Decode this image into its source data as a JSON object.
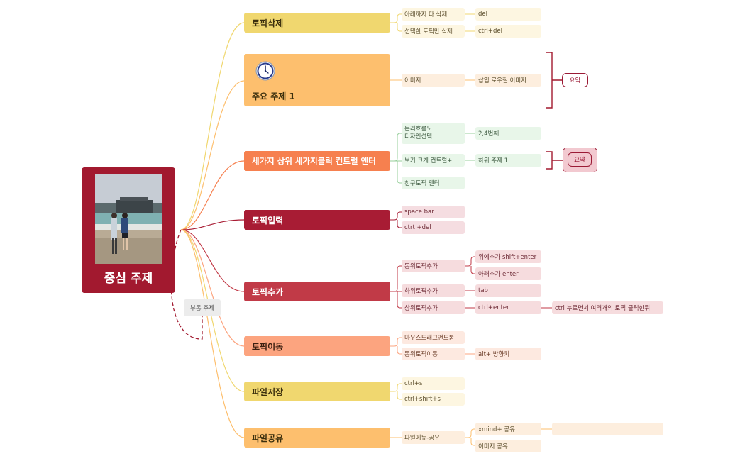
{
  "central": {
    "title": "중심 주제",
    "image_alt": "두 사람이 해변에 서 있는 사진"
  },
  "floating": {
    "label": "부동 주제"
  },
  "colors": {
    "central": "#a2192f",
    "yellow": "#f0d76f",
    "orange": "#fdbf6e",
    "coral": "#f6804f",
    "crimson": "#a81c34",
    "red": "#c13a47",
    "salmon": "#fca47f"
  },
  "topics": [
    {
      "label": "토픽삭제",
      "icon": "",
      "children": [
        {
          "label": "아래까지 다 삭제",
          "children": [
            {
              "label": "del"
            }
          ]
        },
        {
          "label": "선택한 토픽만 삭제",
          "children": [
            {
              "label": "ctrl+del"
            }
          ]
        }
      ]
    },
    {
      "label": "주요 주제 1",
      "icon": "clock-icon",
      "children": [
        {
          "label": "이미지",
          "children": [
            {
              "label": "삽입 로우철 이미지"
            }
          ]
        }
      ],
      "summary": "요약"
    },
    {
      "label": "세가지 상위 세가지클릭 컨트럴 엔터",
      "icon": "",
      "children": [
        {
          "label": "논리흐름도\n디자인선택",
          "children": [
            {
              "label": "2,4번째"
            }
          ]
        },
        {
          "label": "보기 크게 컨트럴+",
          "children": [
            {
              "label": "하위 주제 1"
            }
          ],
          "summary": "요약"
        },
        {
          "label": "친구토픽 엔터"
        }
      ]
    },
    {
      "label": "토픽입력",
      "icon": "",
      "children": [
        {
          "label": "space bar"
        },
        {
          "label": "ctrt +del"
        }
      ]
    },
    {
      "label": "토픽추가",
      "icon": "",
      "children": [
        {
          "label": "동위토픽추가",
          "children": [
            {
              "label": "위에추가  shift+enter"
            },
            {
              "label": "아래추가 enter"
            }
          ]
        },
        {
          "label": "하위토픽추가",
          "children": [
            {
              "label": "tab"
            }
          ]
        },
        {
          "label": "상위토픽추가",
          "children": [
            {
              "label": "ctrl+enter",
              "children": [
                {
                  "label": "ctrl 누르면서 여러개의 토픽 클릭한뒤"
                }
              ]
            }
          ]
        }
      ]
    },
    {
      "label": "토픽이동",
      "icon": "",
      "children": [
        {
          "label": "마우스드래그앤드롭"
        },
        {
          "label": "동위토픽이동",
          "children": [
            {
              "label": "alt+ 방향키"
            }
          ]
        }
      ]
    },
    {
      "label": "파일저장",
      "icon": "",
      "children": [
        {
          "label": "ctrl+s"
        },
        {
          "label": "ctrl+shift+s"
        }
      ]
    },
    {
      "label": "파일공유",
      "icon": "",
      "children": [
        {
          "label": "파일메뉴-공유",
          "children": [
            {
              "label": "xmind+ 공유",
              "children": [
                {
                  "label": ""
                }
              ]
            },
            {
              "label": "이미지 공유"
            }
          ]
        }
      ]
    }
  ]
}
